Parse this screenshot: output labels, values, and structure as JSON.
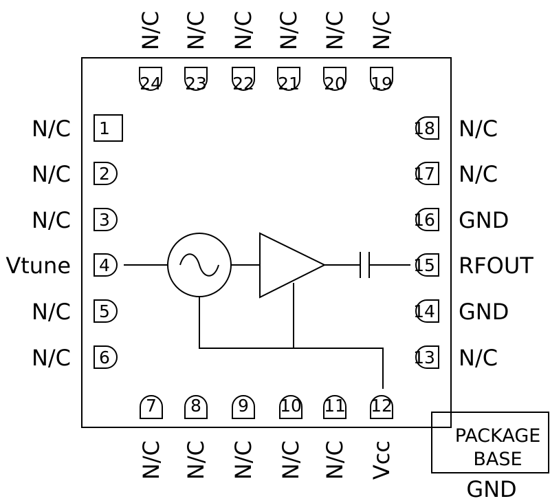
{
  "colors": {
    "stroke": "#000000",
    "background": "#ffffff"
  },
  "pins": [
    {
      "num": "1",
      "label": "N/C"
    },
    {
      "num": "2",
      "label": "N/C"
    },
    {
      "num": "3",
      "label": "N/C"
    },
    {
      "num": "4",
      "label": "Vtune"
    },
    {
      "num": "5",
      "label": "N/C"
    },
    {
      "num": "6",
      "label": "N/C"
    },
    {
      "num": "7",
      "label": "N/C"
    },
    {
      "num": "8",
      "label": "N/C"
    },
    {
      "num": "9",
      "label": "N/C"
    },
    {
      "num": "10",
      "label": "N/C"
    },
    {
      "num": "11",
      "label": "N/C"
    },
    {
      "num": "12",
      "label": "Vcc"
    },
    {
      "num": "13",
      "label": "N/C"
    },
    {
      "num": "14",
      "label": "GND"
    },
    {
      "num": "15",
      "label": "RFOUT"
    },
    {
      "num": "16",
      "label": "GND"
    },
    {
      "num": "17",
      "label": "N/C"
    },
    {
      "num": "18",
      "label": "N/C"
    },
    {
      "num": "19",
      "label": "N/C"
    },
    {
      "num": "20",
      "label": "N/C"
    },
    {
      "num": "21",
      "label": "N/C"
    },
    {
      "num": "22",
      "label": "N/C"
    },
    {
      "num": "23",
      "label": "N/C"
    },
    {
      "num": "24",
      "label": "N/C"
    }
  ],
  "package_base": {
    "line1": "PACKAGE",
    "line2": "BASE",
    "label": "GND"
  },
  "symbols": [
    "oscillator-icon",
    "amplifier-icon",
    "capacitor-icon"
  ]
}
